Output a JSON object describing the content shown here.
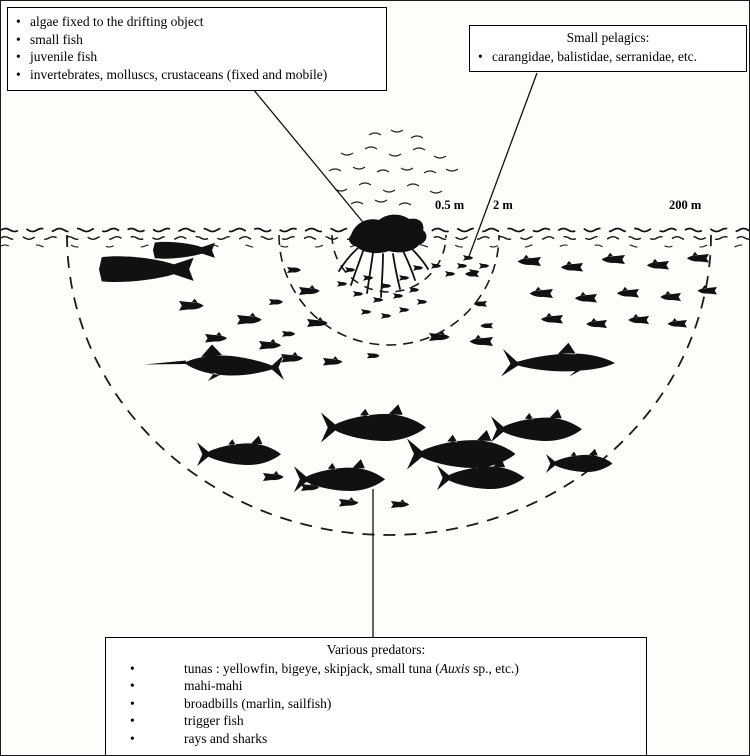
{
  "ui": {
    "bullet": "•"
  },
  "figure": {
    "top_left_box": {
      "items": [
        "algae fixed to the drifting object",
        "small fish",
        "juvenile fish",
        "invertebrates, molluscs, crustaceans (fixed and mobile)"
      ]
    },
    "top_right_box": {
      "title": "Small pelagics:",
      "items": [
        "carangidae, balistidae, serranidae, etc."
      ]
    },
    "bottom_box": {
      "title": "Various predators:",
      "item_tunas_prefix": "tunas : yellowfin, bigeye, skipjack, small tuna (",
      "item_tunas_italic": "Auxis",
      "item_tunas_suffix": " sp., etc.)",
      "items_rest": [
        "mahi-mahi",
        "broadbills (marlin, sailfish)",
        "trigger fish",
        "rays and sharks"
      ]
    },
    "distance_labels": {
      "inner": "0.5 m",
      "middle": "2 m",
      "outer": "200 m"
    },
    "icons": {
      "drifting_object": "drifting-object",
      "fish_types": [
        "tiny-fish-icon",
        "small-fish-icon",
        "medium-fish-icon",
        "tuna-icon",
        "mahi-mahi-icon",
        "marlin-icon",
        "shark-icon"
      ]
    },
    "colors": {
      "ink": "#111111",
      "paper": "#fdfdfa"
    }
  }
}
